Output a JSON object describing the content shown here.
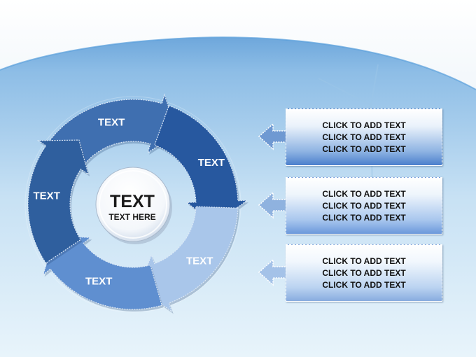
{
  "diagram": {
    "segments": [
      {
        "label": "TEXT",
        "color": "#3f6fb0"
      },
      {
        "label": "TEXT",
        "color": "#27589f"
      },
      {
        "label": "TEXT",
        "color": "#a9c6ea"
      },
      {
        "label": "TEXT",
        "color": "#5f8fd0"
      },
      {
        "label": "TEXT",
        "color": "#2f5f9e"
      }
    ],
    "center": {
      "title": "TEXT",
      "subtitle": "TEXT HERE"
    }
  },
  "callouts": [
    {
      "lines": [
        "CLICK TO ADD TEXT",
        "CLICK TO ADD TEXT",
        "CLICK TO ADD TEXT"
      ]
    },
    {
      "lines": [
        "CLICK TO ADD TEXT",
        "CLICK TO ADD TEXT",
        "CLICK TO ADD TEXT"
      ]
    },
    {
      "lines": [
        "CLICK TO ADD TEXT",
        "CLICK TO ADD TEXT",
        "CLICK TO ADD TEXT"
      ]
    }
  ]
}
